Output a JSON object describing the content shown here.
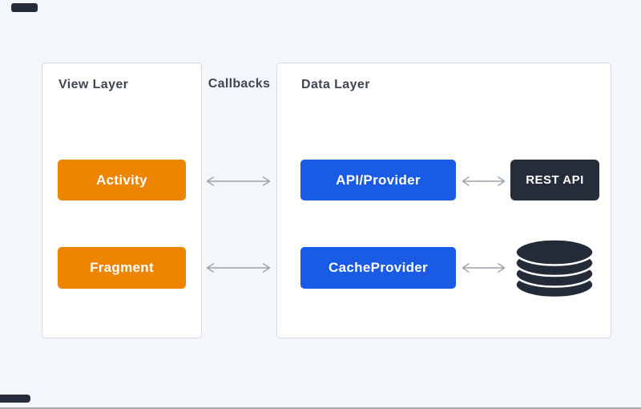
{
  "colors": {
    "background": "#f3f6fb",
    "panel_border": "#d6dae0",
    "title_text": "#3f4651",
    "orange": "#ee8500",
    "blue": "#1a5be5",
    "dark": "#252c3a",
    "arrow": "#9ca3ab",
    "bottom_line": "#a3a5a8"
  },
  "view_layer": {
    "title": "View Layer",
    "nodes": [
      {
        "label": "Activity"
      },
      {
        "label": "Fragment"
      }
    ]
  },
  "callbacks_label": "Callbacks",
  "data_layer": {
    "title": "Data Layer",
    "nodes": [
      {
        "label": "API/Provider"
      },
      {
        "label": "CacheProvider"
      }
    ],
    "rest_api_label": "REST API",
    "database_icon": "database-cylinder-icon"
  }
}
